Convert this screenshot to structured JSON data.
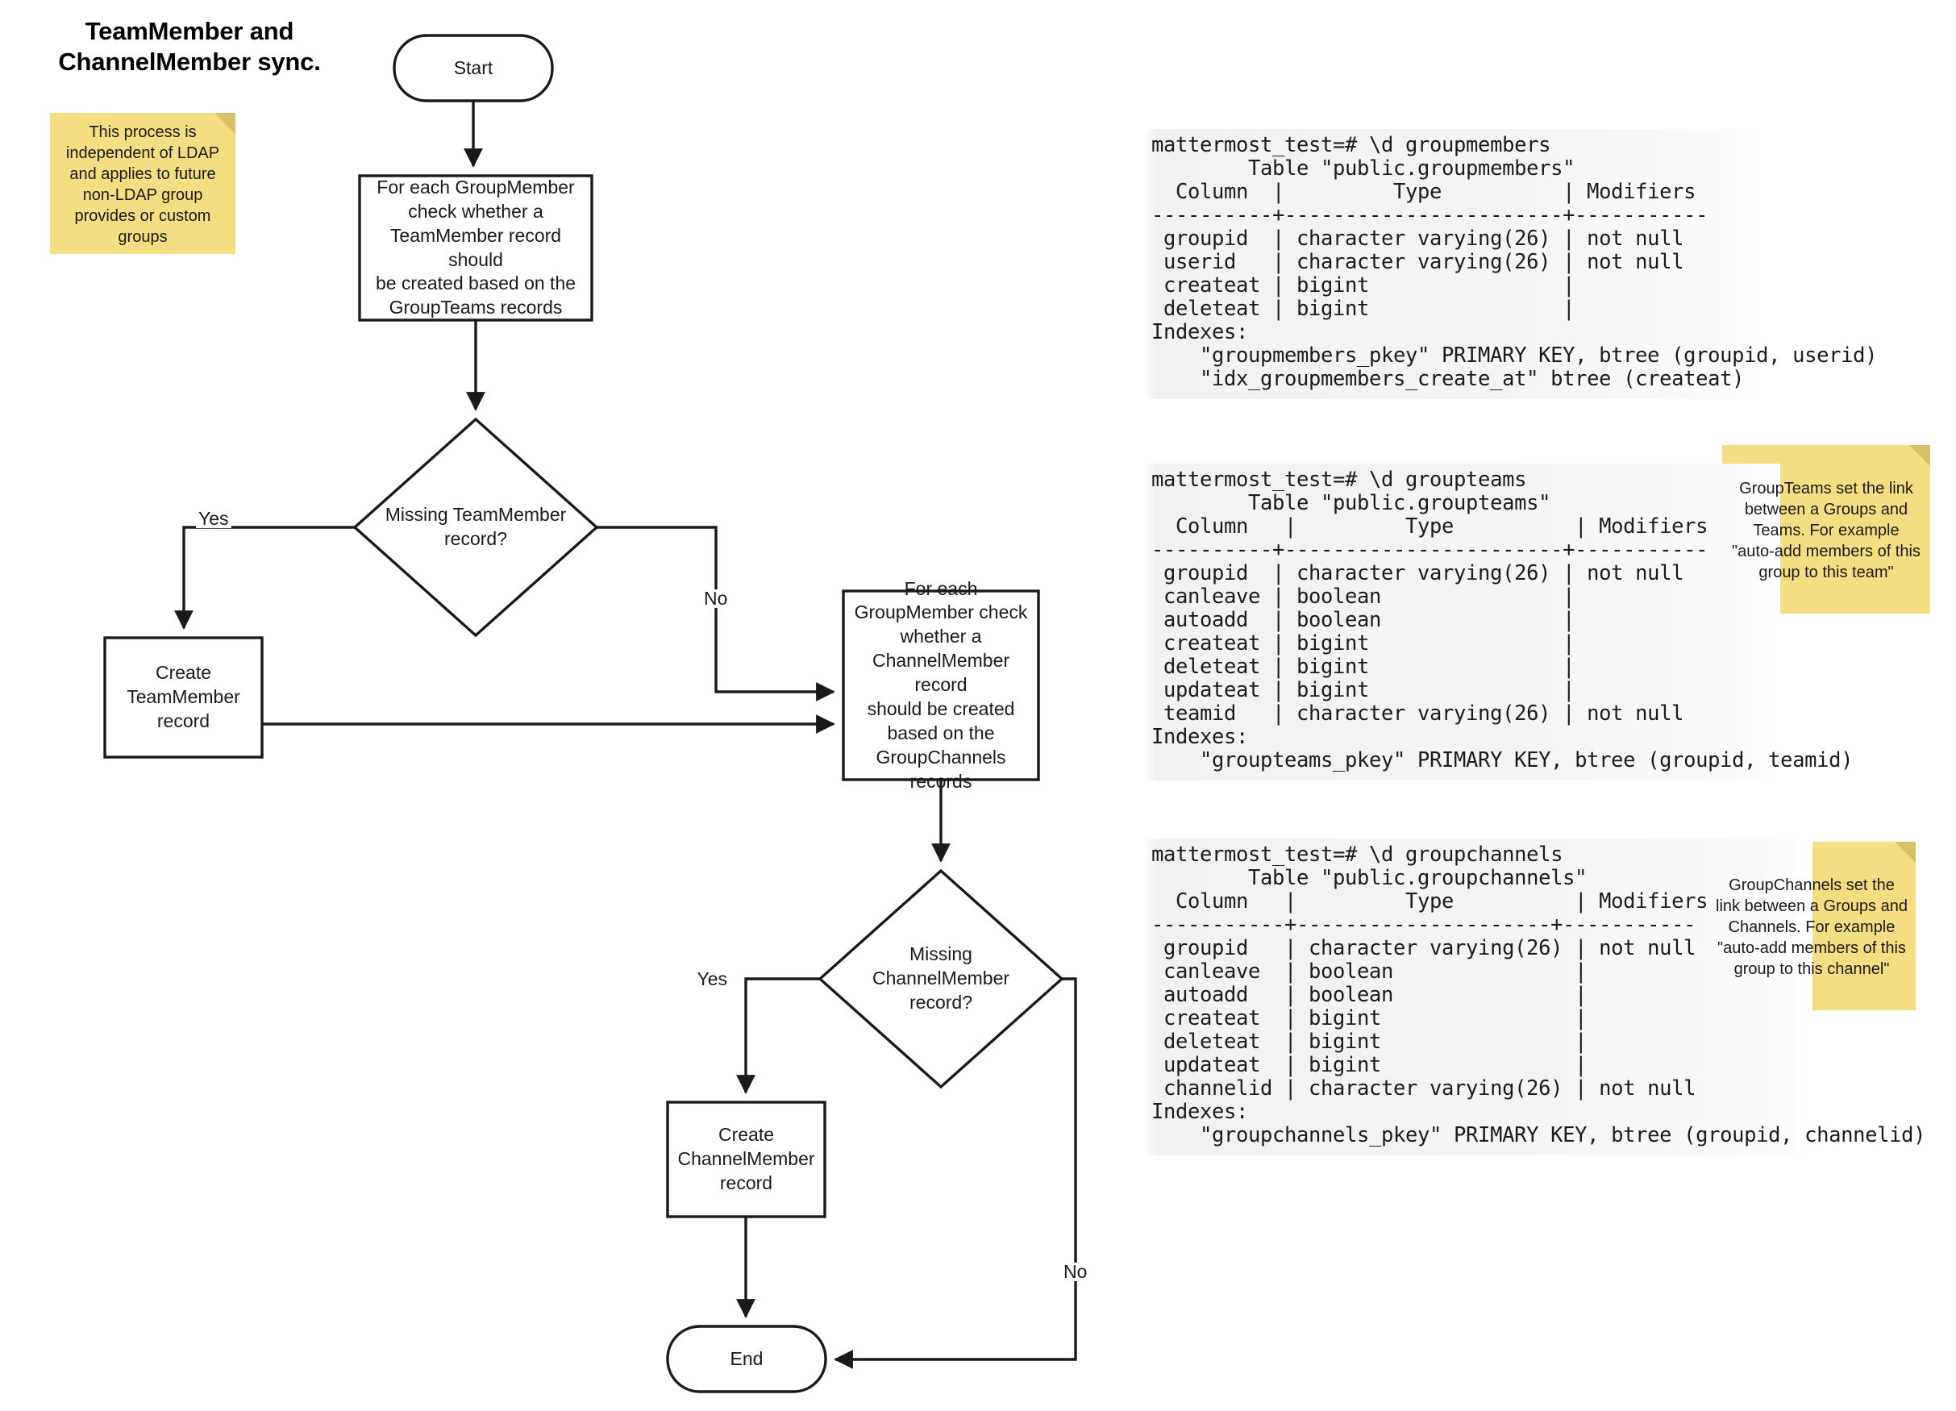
{
  "title": "TeamMember and\nChannelMember sync.",
  "notes": [
    {
      "id": "note-ldap",
      "name": "note-ldap-independence",
      "text": "This process is independent of LDAP and applies to future non-LDAP group provides or custom groups"
    },
    {
      "id": "note-teams",
      "name": "note-groupteams",
      "text": "GroupTeams set the link between a Groups and Teams. For example \"auto-add members of this group to this team\""
    },
    {
      "id": "note-channels",
      "name": "note-groupchannels",
      "text": "GroupChannels set the link between a Groups and Channels. For example \"auto-add members of this group to this channel\""
    }
  ],
  "flowchart": {
    "start_label": "Start",
    "end_label": "End",
    "process_teammember": "For each GroupMember\ncheck whether a\nTeamMember record should\nbe created based on the\nGroupTeams records",
    "decision_teammember": "Missing TeamMember\nrecord?",
    "create_teammember": "Create\nTeamMember\nrecord",
    "process_channelmember": "For each\nGroupMember check\nwhether a\nChannelMember record\nshould be created\nbased on the\nGroupChannels\nrecords",
    "decision_channelmember": "Missing\nChannelMember\nrecord?",
    "create_channelmember": "Create\nChannelMember\nrecord",
    "edge_yes_1": "Yes",
    "edge_no_1": "No",
    "edge_yes_2": "Yes",
    "edge_no_2": "No"
  },
  "terminals": [
    {
      "id": "term-groupmembers",
      "name": "terminal-groupmembers",
      "prompt": "mattermost_test=# \\d groupmembers",
      "text": "mattermost_test=# \\d groupmembers\n        Table \"public.groupmembers\"\n  Column  |         Type          | Modifiers\n----------+-----------------------+-----------\n groupid  | character varying(26) | not null\n userid   | character varying(26) | not null\n createat | bigint                |\n deleteat | bigint                |\nIndexes:\n    \"groupmembers_pkey\" PRIMARY KEY, btree (groupid, userid)\n    \"idx_groupmembers_create_at\" btree (createat)"
    },
    {
      "id": "term-groupteams",
      "name": "terminal-groupteams",
      "prompt": "mattermost_test=# \\d groupteams",
      "text": "mattermost_test=# \\d groupteams\n        Table \"public.groupteams\"\n  Column   |         Type          | Modifiers\n----------+-----------------------+-----------\n groupid  | character varying(26) | not null\n canleave | boolean               |\n autoadd  | boolean               |\n createat | bigint                |\n deleteat | bigint                |\n updateat | bigint                |\n teamid   | character varying(26) | not null\nIndexes:\n    \"groupteams_pkey\" PRIMARY KEY, btree (groupid, teamid)"
    },
    {
      "id": "term-groupchannels",
      "name": "terminal-groupchannels",
      "prompt": "mattermost_test=# \\d groupchannels",
      "text": "mattermost_test=# \\d groupchannels\n        Table \"public.groupchannels\"\n  Column   |         Type          | Modifiers\n-----------+---------------------+-----------\n groupid   | character varying(26) | not null\n canleave  | boolean               |\n autoadd   | boolean               |\n createat  | bigint                |\n deleteat  | bigint                |\n updateat  | bigint                |\n channelid | character varying(26) | not null\nIndexes:\n    \"groupchannels_pkey\" PRIMARY KEY, btree (groupid, channelid)"
    }
  ],
  "colors": {
    "note_fill": "#f5dd84",
    "note_fold": "#d9bf6a",
    "stroke": "#1a1a1a",
    "terminal_bg": "#f4f4f4"
  }
}
